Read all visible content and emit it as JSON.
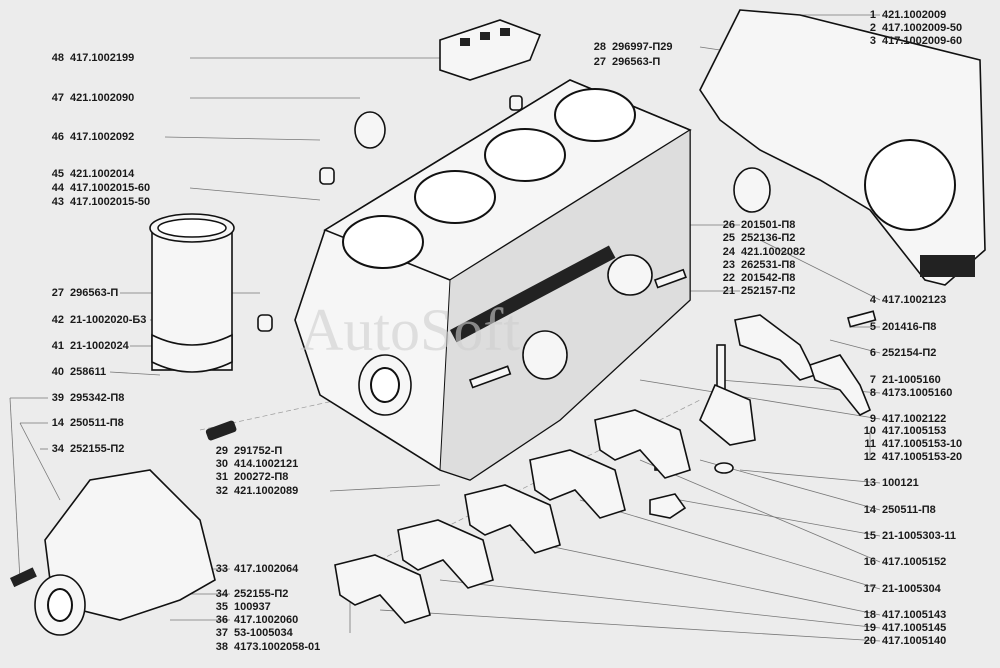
{
  "diagram": {
    "watermark": "AutoSoft",
    "callouts": [
      {
        "num": "48",
        "part": "417.1002199"
      },
      {
        "num": "47",
        "part": "421.1002090"
      },
      {
        "num": "46",
        "part": "417.1002092"
      },
      {
        "num": "45",
        "part": "421.1002014"
      },
      {
        "num": "44",
        "part": "417.1002015-60"
      },
      {
        "num": "43",
        "part": "417.1002015-50"
      },
      {
        "num": "27",
        "part": "296563-П"
      },
      {
        "num": "42",
        "part": "21-1002020-Б3"
      },
      {
        "num": "41",
        "part": "21-1002024"
      },
      {
        "num": "40",
        "part": "258611"
      },
      {
        "num": "39",
        "part": "295342-П8"
      },
      {
        "num": "14",
        "part": "250511-П8"
      },
      {
        "num": "34",
        "part": "252155-П2"
      },
      {
        "num": "29",
        "part": "291752-П"
      },
      {
        "num": "30",
        "part": "414.1002121"
      },
      {
        "num": "31",
        "part": "200272-П8"
      },
      {
        "num": "32",
        "part": "421.1002089"
      },
      {
        "num": "33",
        "part": "417.1002064"
      },
      {
        "num": "34",
        "part": "252155-П2"
      },
      {
        "num": "35",
        "part": "100937"
      },
      {
        "num": "36",
        "part": "417.1002060"
      },
      {
        "num": "37",
        "part": "53-1005034"
      },
      {
        "num": "38",
        "part": "4173.1002058-01"
      },
      {
        "num": "28",
        "part": "296997-П29"
      },
      {
        "num": "27",
        "part": "296563-П"
      },
      {
        "num": "26",
        "part": "201501-П8"
      },
      {
        "num": "25",
        "part": "252136-П2"
      },
      {
        "num": "24",
        "part": "421.1002082"
      },
      {
        "num": "23",
        "part": "262531-П8"
      },
      {
        "num": "22",
        "part": "201542-П8"
      },
      {
        "num": "21",
        "part": "252157-П2"
      },
      {
        "num": "1",
        "part": "421.1002009"
      },
      {
        "num": "2",
        "part": "417.1002009-50"
      },
      {
        "num": "3",
        "part": "417.1002009-60"
      },
      {
        "num": "4",
        "part": "417.1002123"
      },
      {
        "num": "5",
        "part": "201416-П8"
      },
      {
        "num": "6",
        "part": "252154-П2"
      },
      {
        "num": "7",
        "part": "21-1005160"
      },
      {
        "num": "8",
        "part": "4173.1005160"
      },
      {
        "num": "9",
        "part": "417.1002122"
      },
      {
        "num": "10",
        "part": "417.1005153"
      },
      {
        "num": "11",
        "part": "417.1005153-10"
      },
      {
        "num": "12",
        "part": "417.1005153-20"
      },
      {
        "num": "13",
        "part": "100121"
      },
      {
        "num": "14",
        "part": "250511-П8"
      },
      {
        "num": "15",
        "part": "21-1005303-11"
      },
      {
        "num": "16",
        "part": "417.1005152"
      },
      {
        "num": "17",
        "part": "21-1005304"
      },
      {
        "num": "18",
        "part": "417.1005143"
      },
      {
        "num": "19",
        "part": "417.1005145"
      },
      {
        "num": "20",
        "part": "417.1005140"
      }
    ]
  }
}
